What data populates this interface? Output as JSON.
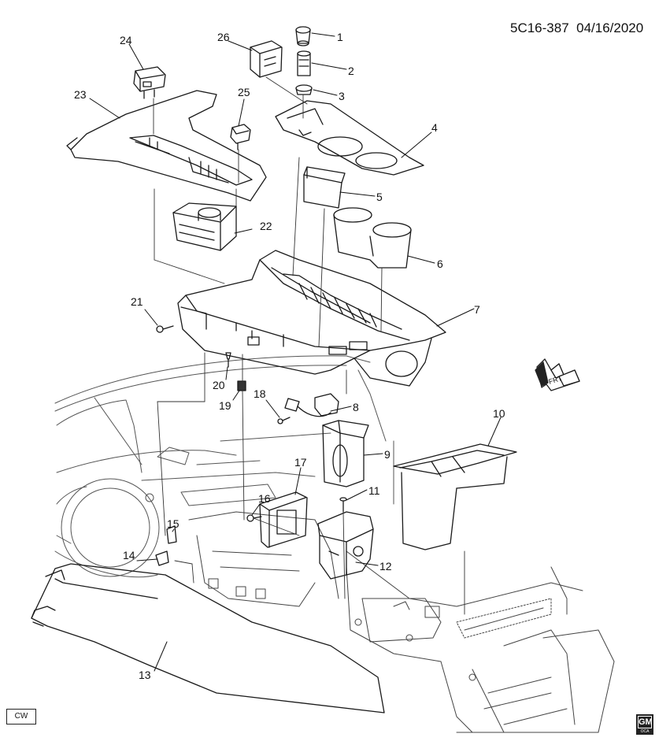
{
  "header": {
    "diagram_code": "5C16-387",
    "date": "04/16/2020"
  },
  "callouts": [
    "1",
    "2",
    "3",
    "4",
    "5",
    "6",
    "7",
    "8",
    "9",
    "10",
    "11",
    "12",
    "13",
    "14",
    "15",
    "16",
    "17",
    "18",
    "19",
    "20",
    "21",
    "22",
    "23",
    "24",
    "25",
    "26"
  ],
  "direction_label": "FRT",
  "badges": {
    "cw": "CW",
    "gm": "GM",
    "gm_sub": "OCA"
  }
}
